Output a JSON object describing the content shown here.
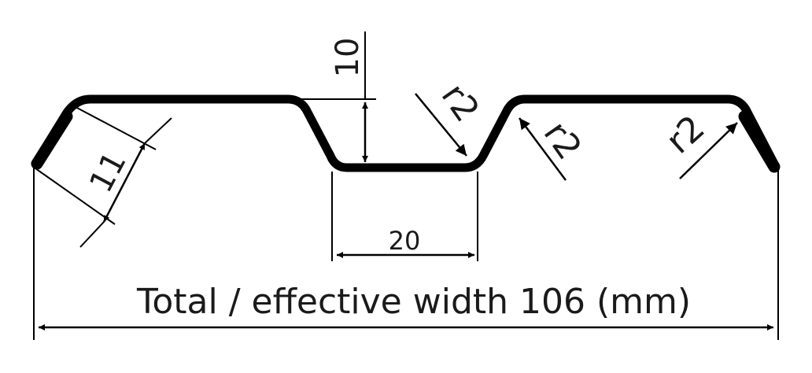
{
  "colors": {
    "stroke": "#000000",
    "background": "#ffffff"
  },
  "dimensions": {
    "height": "10",
    "edge_length": "11",
    "groove_width": "20",
    "radius_groove_left": "r2",
    "radius_groove_right": "r2",
    "radius_right_corner": "r2"
  },
  "total_width_label": "Total / effective width 106 (mm)"
}
